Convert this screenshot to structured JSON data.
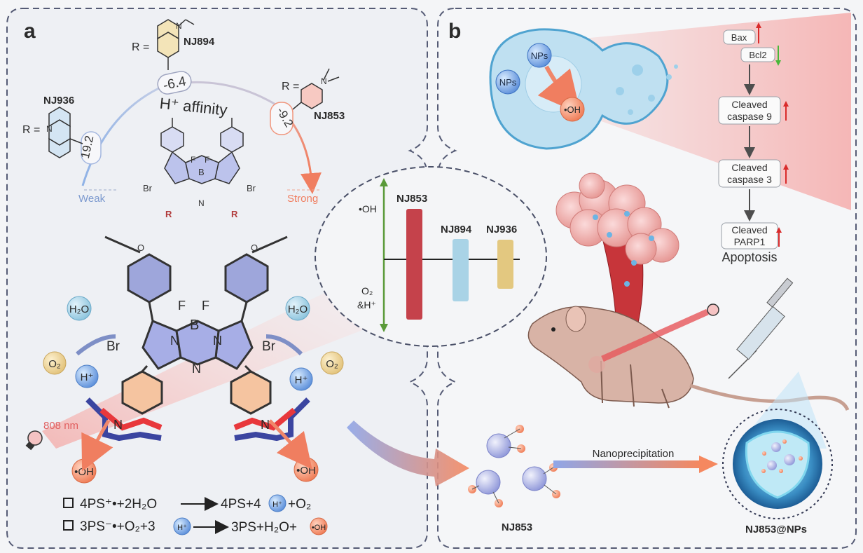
{
  "panel_a": {
    "label": "a",
    "compounds": {
      "nj894": {
        "name": "NJ894",
        "r_label": "R =",
        "value": "-6.4"
      },
      "nj936": {
        "name": "NJ936",
        "r_label": "R =",
        "value": "19.2"
      },
      "nj853": {
        "name": "NJ853",
        "r_label": "R =",
        "value": "-9.2"
      }
    },
    "affinity_label": "H⁺ affinity",
    "weak_label": "Weak",
    "strong_label": "Strong",
    "core_atoms": {
      "b": "B",
      "f": "F",
      "n": "N",
      "br": "Br",
      "r": "R"
    },
    "species": {
      "h2o": "H₂O",
      "o2": "O₂",
      "h_plus": "H⁺",
      "oh": "•OH"
    },
    "laser_label": "808 nm",
    "equations": {
      "eq1": {
        "lhs": "4PS⁺•+2H₂O",
        "rhs": "4PS+4",
        "tail": "+O₂"
      },
      "eq2": {
        "lhs": "3PS⁻•+O₂+3",
        "rhs": "3PS+H₂O+"
      }
    },
    "level_chart": {
      "top_label": "•OH",
      "bottom_label_1": "O₂",
      "bottom_label_2": "&H⁺",
      "colors": {
        "NJ853": "#c5424b",
        "NJ894": "#a9d3e6",
        "NJ936": "#e3c880"
      }
    }
  },
  "panel_b": {
    "label": "b",
    "nps_label": "NPs",
    "oh_label": "•OH",
    "pathway": {
      "bax": "Bax",
      "bcl2": "Bcl2",
      "casp9_line1": "Cleaved",
      "casp9_line2": "caspase 9",
      "casp3_line1": "Cleaved",
      "casp3_line2": "caspase 3",
      "parp_line1": "Cleaved",
      "parp_line2": "PARP1",
      "apoptosis": "Apoptosis"
    },
    "nanoprecipitation_label": "Nanoprecipitation",
    "nj853_label": "NJ853",
    "nanoparticle_label": "NJ853@NPs"
  },
  "colors": {
    "red_bar": "#c5424b",
    "blue_bar": "#a9d3e6",
    "gold_bar": "#e3c880",
    "accent_orange": "#f3876a",
    "accent_blue": "#7aa7e0",
    "dash": "#4a5068"
  }
}
